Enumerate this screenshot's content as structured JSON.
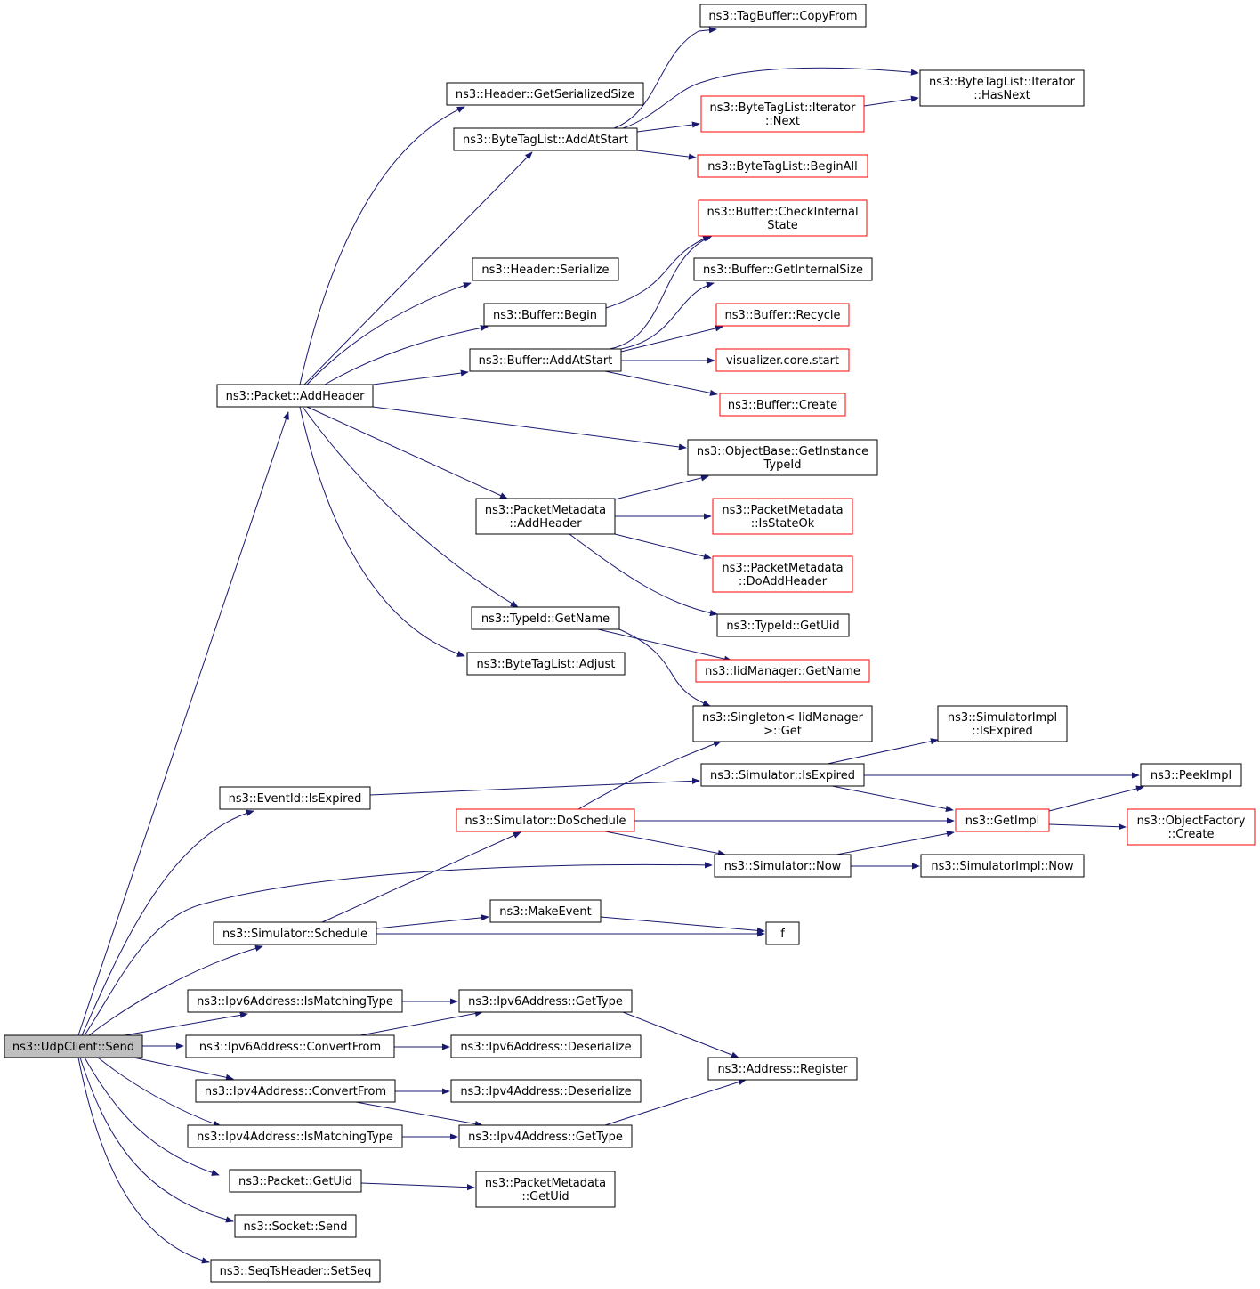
{
  "graph": {
    "colors": {
      "edge": "#191970",
      "normal_border": "#000000",
      "truncated_border": "#ff0000",
      "root_fill": "#bfbfbf",
      "node_fill": "#ffffff"
    },
    "nodes": [
      {
        "id": "root",
        "lines": [
          "ns3::UdpClient::Send"
        ],
        "style": "root"
      },
      {
        "id": "packet-addheader",
        "lines": [
          "ns3::Packet::AddHeader"
        ],
        "style": "normal"
      },
      {
        "id": "eventid-isexpired",
        "lines": [
          "ns3::EventId::IsExpired"
        ],
        "style": "normal"
      },
      {
        "id": "simulator-schedule",
        "lines": [
          "ns3::Simulator::Schedule"
        ],
        "style": "normal"
      },
      {
        "id": "ipv6-ismatchingtype",
        "lines": [
          "ns3::Ipv6Address::IsMatchingType"
        ],
        "style": "normal"
      },
      {
        "id": "ipv6-convertfrom",
        "lines": [
          "ns3::Ipv6Address::ConvertFrom"
        ],
        "style": "normal"
      },
      {
        "id": "ipv4-convertfrom",
        "lines": [
          "ns3::Ipv4Address::ConvertFrom"
        ],
        "style": "normal"
      },
      {
        "id": "ipv4-ismatchingtype",
        "lines": [
          "ns3::Ipv4Address::IsMatchingType"
        ],
        "style": "normal"
      },
      {
        "id": "packet-getuid",
        "lines": [
          "ns3::Packet::GetUid"
        ],
        "style": "normal"
      },
      {
        "id": "socket-send",
        "lines": [
          "ns3::Socket::Send"
        ],
        "style": "normal"
      },
      {
        "id": "seqts-setseq",
        "lines": [
          "ns3::SeqTsHeader::SetSeq"
        ],
        "style": "normal"
      },
      {
        "id": "header-getserializedsize",
        "lines": [
          "ns3::Header::GetSerializedSize"
        ],
        "style": "normal"
      },
      {
        "id": "bytetaglist-addatstart",
        "lines": [
          "ns3::ByteTagList::AddAtStart"
        ],
        "style": "normal"
      },
      {
        "id": "header-serialize",
        "lines": [
          "ns3::Header::Serialize"
        ],
        "style": "normal"
      },
      {
        "id": "buffer-begin",
        "lines": [
          "ns3::Buffer::Begin"
        ],
        "style": "normal"
      },
      {
        "id": "buffer-addatstart",
        "lines": [
          "ns3::Buffer::AddAtStart"
        ],
        "style": "normal"
      },
      {
        "id": "packetmetadata-addheader",
        "lines": [
          "ns3::PacketMetadata",
          "::AddHeader"
        ],
        "style": "normal"
      },
      {
        "id": "typeid-getname",
        "lines": [
          "ns3::TypeId::GetName"
        ],
        "style": "normal"
      },
      {
        "id": "bytetaglist-adjust",
        "lines": [
          "ns3::ByteTagList::Adjust"
        ],
        "style": "normal"
      },
      {
        "id": "simulator-doschedule",
        "lines": [
          "ns3::Simulator::DoSchedule"
        ],
        "style": "truncated"
      },
      {
        "id": "makeevent",
        "lines": [
          "ns3::MakeEvent"
        ],
        "style": "normal"
      },
      {
        "id": "ipv6-gettype",
        "lines": [
          "ns3::Ipv6Address::GetType"
        ],
        "style": "normal"
      },
      {
        "id": "ipv6-deserialize",
        "lines": [
          "ns3::Ipv6Address::Deserialize"
        ],
        "style": "normal"
      },
      {
        "id": "ipv4-deserialize",
        "lines": [
          "ns3::Ipv4Address::Deserialize"
        ],
        "style": "normal"
      },
      {
        "id": "ipv4-gettype",
        "lines": [
          "ns3::Ipv4Address::GetType"
        ],
        "style": "normal"
      },
      {
        "id": "packetmetadata-getuid",
        "lines": [
          "ns3::PacketMetadata",
          "::GetUid"
        ],
        "style": "normal"
      },
      {
        "id": "tagbuffer-copyfrom",
        "lines": [
          "ns3::TagBuffer::CopyFrom"
        ],
        "style": "normal"
      },
      {
        "id": "bytetaglist-iterator-next",
        "lines": [
          "ns3::ByteTagList::Iterator",
          "::Next"
        ],
        "style": "truncated"
      },
      {
        "id": "bytetaglist-beginall",
        "lines": [
          "ns3::ByteTagList::BeginAll"
        ],
        "style": "truncated"
      },
      {
        "id": "buffer-checkinternalstate",
        "lines": [
          "ns3::Buffer::CheckInternal",
          "State"
        ],
        "style": "truncated"
      },
      {
        "id": "buffer-getinternalsize",
        "lines": [
          "ns3::Buffer::GetInternalSize"
        ],
        "style": "normal"
      },
      {
        "id": "buffer-recycle",
        "lines": [
          "ns3::Buffer::Recycle"
        ],
        "style": "truncated"
      },
      {
        "id": "visualizer-core-start",
        "lines": [
          "visualizer.core.start"
        ],
        "style": "truncated"
      },
      {
        "id": "buffer-create",
        "lines": [
          "ns3::Buffer::Create"
        ],
        "style": "truncated"
      },
      {
        "id": "objectbase-getinstancetypeid",
        "lines": [
          "ns3::ObjectBase::GetInstance",
          "TypeId"
        ],
        "style": "normal"
      },
      {
        "id": "packetmetadata-isstateok",
        "lines": [
          "ns3::PacketMetadata",
          "::IsStateOk"
        ],
        "style": "truncated"
      },
      {
        "id": "packetmetadata-doaddheader",
        "lines": [
          "ns3::PacketMetadata",
          "::DoAddHeader"
        ],
        "style": "truncated"
      },
      {
        "id": "typeid-getuid",
        "lines": [
          "ns3::TypeId::GetUid"
        ],
        "style": "normal"
      },
      {
        "id": "iidmanager-getname",
        "lines": [
          "ns3::IidManager::GetName"
        ],
        "style": "truncated"
      },
      {
        "id": "singleton-get",
        "lines": [
          "ns3::Singleton< IidManager",
          " >::Get"
        ],
        "style": "normal"
      },
      {
        "id": "simulator-isexpired",
        "lines": [
          "ns3::Simulator::IsExpired"
        ],
        "style": "normal"
      },
      {
        "id": "simulator-now",
        "lines": [
          "ns3::Simulator::Now"
        ],
        "style": "normal"
      },
      {
        "id": "f",
        "lines": [
          "f"
        ],
        "style": "normal"
      },
      {
        "id": "address-register",
        "lines": [
          "ns3::Address::Register"
        ],
        "style": "normal"
      },
      {
        "id": "bytetaglist-iterator-hasnext",
        "lines": [
          "ns3::ByteTagList::Iterator",
          "::HasNext"
        ],
        "style": "normal"
      },
      {
        "id": "simulatorimpl-isexpired",
        "lines": [
          "ns3::SimulatorImpl",
          "::IsExpired"
        ],
        "style": "normal"
      },
      {
        "id": "getimpl",
        "lines": [
          "ns3::GetImpl"
        ],
        "style": "truncated"
      },
      {
        "id": "simulatorimpl-now",
        "lines": [
          "ns3::SimulatorImpl::Now"
        ],
        "style": "normal"
      },
      {
        "id": "peekimpl",
        "lines": [
          "ns3::PeekImpl"
        ],
        "style": "normal"
      },
      {
        "id": "objectfactory-create",
        "lines": [
          "ns3::ObjectFactory",
          "::Create"
        ],
        "style": "truncated"
      }
    ],
    "edges": [
      [
        "root",
        "packet-addheader"
      ],
      [
        "root",
        "eventid-isexpired"
      ],
      [
        "root",
        "simulator-now"
      ],
      [
        "root",
        "simulator-schedule"
      ],
      [
        "root",
        "ipv6-ismatchingtype"
      ],
      [
        "root",
        "ipv6-convertfrom"
      ],
      [
        "root",
        "ipv4-convertfrom"
      ],
      [
        "root",
        "ipv4-ismatchingtype"
      ],
      [
        "root",
        "packet-getuid"
      ],
      [
        "root",
        "socket-send"
      ],
      [
        "root",
        "seqts-setseq"
      ],
      [
        "packet-addheader",
        "header-getserializedsize"
      ],
      [
        "packet-addheader",
        "bytetaglist-addatstart"
      ],
      [
        "packet-addheader",
        "header-serialize"
      ],
      [
        "packet-addheader",
        "buffer-begin"
      ],
      [
        "packet-addheader",
        "buffer-addatstart"
      ],
      [
        "packet-addheader",
        "objectbase-getinstancetypeid"
      ],
      [
        "packet-addheader",
        "packetmetadata-addheader"
      ],
      [
        "packet-addheader",
        "typeid-getname"
      ],
      [
        "packet-addheader",
        "bytetaglist-adjust"
      ],
      [
        "bytetaglist-addatstart",
        "tagbuffer-copyfrom"
      ],
      [
        "bytetaglist-addatstart",
        "bytetaglist-iterator-hasnext"
      ],
      [
        "bytetaglist-addatstart",
        "bytetaglist-iterator-next"
      ],
      [
        "bytetaglist-addatstart",
        "bytetaglist-beginall"
      ],
      [
        "bytetaglist-iterator-next",
        "bytetaglist-iterator-hasnext"
      ],
      [
        "buffer-begin",
        "buffer-checkinternalstate"
      ],
      [
        "buffer-addatstart",
        "buffer-checkinternalstate"
      ],
      [
        "buffer-addatstart",
        "buffer-getinternalsize"
      ],
      [
        "buffer-addatstart",
        "buffer-recycle"
      ],
      [
        "buffer-addatstart",
        "visualizer-core-start"
      ],
      [
        "buffer-addatstart",
        "buffer-create"
      ],
      [
        "packetmetadata-addheader",
        "objectbase-getinstancetypeid"
      ],
      [
        "packetmetadata-addheader",
        "packetmetadata-isstateok"
      ],
      [
        "packetmetadata-addheader",
        "packetmetadata-doaddheader"
      ],
      [
        "packetmetadata-addheader",
        "typeid-getuid"
      ],
      [
        "typeid-getname",
        "iidmanager-getname"
      ],
      [
        "typeid-getname",
        "singleton-get"
      ],
      [
        "eventid-isexpired",
        "simulator-isexpired"
      ],
      [
        "simulator-isexpired",
        "simulatorimpl-isexpired"
      ],
      [
        "simulator-isexpired",
        "peekimpl"
      ],
      [
        "simulator-isexpired",
        "getimpl"
      ],
      [
        "simulator-doschedule",
        "singleton-get"
      ],
      [
        "simulator-doschedule",
        "getimpl"
      ],
      [
        "simulator-doschedule",
        "simulator-now"
      ],
      [
        "simulator-now",
        "getimpl"
      ],
      [
        "simulator-now",
        "simulatorimpl-now"
      ],
      [
        "getimpl",
        "peekimpl"
      ],
      [
        "getimpl",
        "objectfactory-create"
      ],
      [
        "simulator-schedule",
        "simulator-doschedule"
      ],
      [
        "simulator-schedule",
        "makeevent"
      ],
      [
        "simulator-schedule",
        "f"
      ],
      [
        "makeevent",
        "f"
      ],
      [
        "ipv6-ismatchingtype",
        "ipv6-gettype"
      ],
      [
        "ipv6-convertfrom",
        "ipv6-gettype"
      ],
      [
        "ipv6-convertfrom",
        "ipv6-deserialize"
      ],
      [
        "ipv6-gettype",
        "address-register"
      ],
      [
        "ipv4-convertfrom",
        "ipv4-deserialize"
      ],
      [
        "ipv4-convertfrom",
        "ipv4-gettype"
      ],
      [
        "ipv4-ismatchingtype",
        "ipv4-gettype"
      ],
      [
        "ipv4-gettype",
        "address-register"
      ],
      [
        "packet-getuid",
        "packetmetadata-getuid"
      ]
    ]
  }
}
